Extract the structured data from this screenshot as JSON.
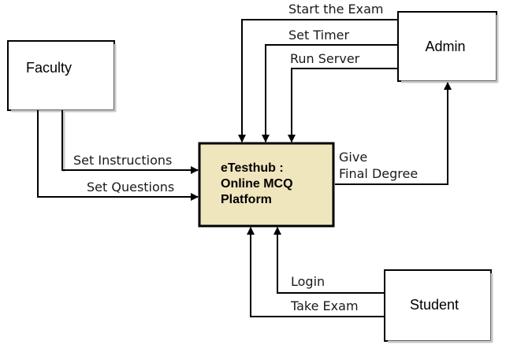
{
  "entities": {
    "faculty": {
      "label": "Faculty"
    },
    "admin": {
      "label": "Admin"
    },
    "student": {
      "label": "Student"
    }
  },
  "process": {
    "line1": "eTesthub :",
    "line2": "Online MCQ",
    "line3": "Platform",
    "fill": "#f0e6be"
  },
  "flows": {
    "start_exam": "Start the Exam",
    "set_timer": "Set Timer",
    "run_server": "Run Server",
    "set_instructions": "Set Instructions",
    "set_questions": "Set Questions",
    "give": "Give",
    "final_degree": "Final Degree",
    "login": "Login",
    "take_exam": "Take Exam"
  }
}
